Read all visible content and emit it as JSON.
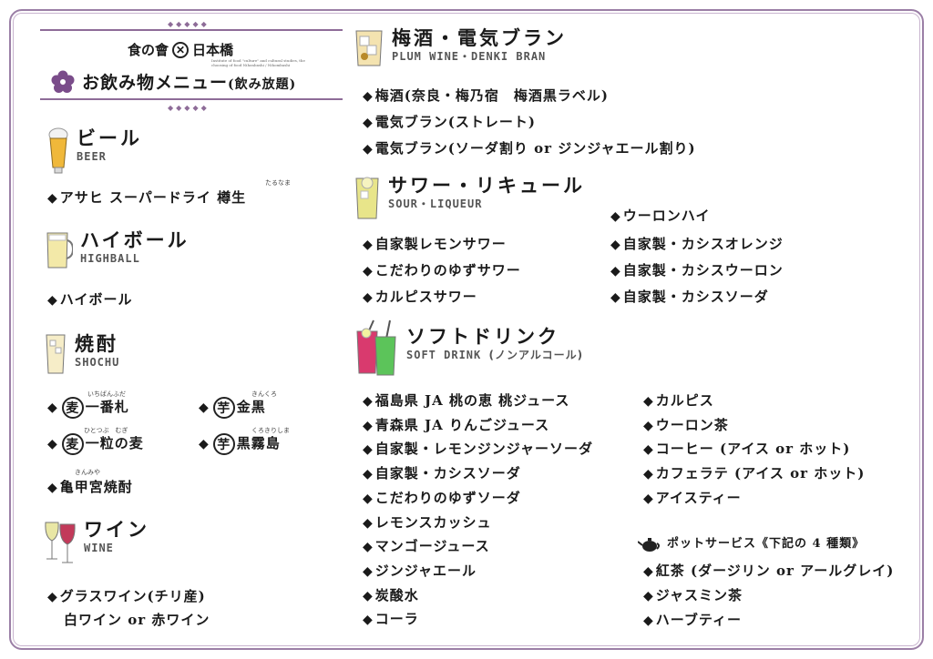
{
  "header": {
    "brand_left": "食の會",
    "brand_right": "日本橋",
    "brand_sub": "Institute of food \"culture\" and cultural studies, the choosing of food Nihonbashi / Nihombashi",
    "menu_title": "お飲み物メニュー",
    "menu_title_suffix": "(飲み放題)"
  },
  "beer": {
    "title": "ビール",
    "en": "BEER",
    "items": [
      {
        "label": "アサヒ スーパードライ 樽生",
        "ruby": "たるなま"
      }
    ]
  },
  "highball": {
    "title": "ハイボール",
    "en": "HIGHBALL",
    "items": [
      {
        "label": "ハイボール"
      }
    ]
  },
  "shochu": {
    "title": "焼酎",
    "en": "SHOCHU",
    "items": [
      {
        "badge": "麦",
        "label": "一番札",
        "ruby": "いちばんふだ"
      },
      {
        "badge": "芋",
        "label": "金黒",
        "ruby": "きんくろ"
      },
      {
        "badge": "麦",
        "label": "一粒の麦",
        "ruby": "ひとつぶ　むぎ"
      },
      {
        "badge": "芋",
        "label": "黒霧島",
        "ruby": "くろきりしま"
      },
      {
        "label": "亀甲宮焼酎",
        "ruby": "きんみや"
      }
    ]
  },
  "wine": {
    "title": "ワイン",
    "en": "WINE",
    "items": [
      {
        "label": "グラスワイン(チリ産)"
      },
      {
        "label": "白ワイン or 赤ワイン"
      }
    ]
  },
  "plum": {
    "title": "梅酒・電気ブラン",
    "en": "PLUM WINE・DENKI BRAN",
    "items": [
      {
        "label": "梅酒(奈良・梅乃宿　梅酒黒ラベル)"
      },
      {
        "label": "電気ブラン(ストレート)"
      },
      {
        "label": "電気ブラン(ソーダ割り or ジンジャエール割り)"
      }
    ]
  },
  "sour": {
    "title": "サワー・リキュール",
    "en": "SOUR・LIQUEUR",
    "left_items": [
      {
        "label": "自家製レモンサワー"
      },
      {
        "label": "こだわりのゆずサワー"
      },
      {
        "label": "カルピスサワー"
      }
    ],
    "right_items": [
      {
        "label": "ウーロンハイ"
      },
      {
        "label": "自家製・カシスオレンジ"
      },
      {
        "label": "自家製・カシスウーロン"
      },
      {
        "label": "自家製・カシスソーダ"
      }
    ]
  },
  "soft": {
    "title": "ソフトドリンク",
    "en": "SOFT DRINK",
    "en_suffix": "(ノンアルコール)",
    "left_items": [
      {
        "label": "福島県 JA 桃の恵 桃ジュース"
      },
      {
        "label": "青森県 JA りんごジュース"
      },
      {
        "label": "自家製・レモンジンジャーソーダ"
      },
      {
        "label": "自家製・カシスソーダ"
      },
      {
        "label": "こだわりのゆずソーダ"
      },
      {
        "label": "レモンスカッシュ"
      },
      {
        "label": "マンゴージュース"
      },
      {
        "label": "ジンジャエール"
      },
      {
        "label": "炭酸水"
      },
      {
        "label": "コーラ"
      }
    ],
    "right_items": [
      {
        "label": "カルピス"
      },
      {
        "label": "ウーロン茶"
      },
      {
        "label": "コーヒー (アイス or ホット)"
      },
      {
        "label": "カフェラテ (アイス or ホット)"
      },
      {
        "label": "アイスティー"
      }
    ],
    "pot_service": "ポットサービス《下記の 4 種類》",
    "pot_items": [
      {
        "label": "紅茶 (ダージリン or アールグレイ)"
      },
      {
        "label": "ジャスミン茶"
      },
      {
        "label": "ハーブティー"
      }
    ]
  },
  "bullet": "◆",
  "colors": {
    "accent": "#8e6c98",
    "frame": "#9b7fa6"
  }
}
